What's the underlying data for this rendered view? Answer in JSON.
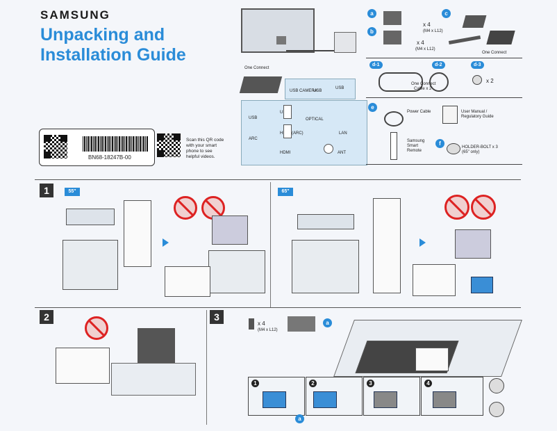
{
  "header": {
    "brand": "SAMSUNG",
    "title_line1": "Unpacking and",
    "title_line2": "Installation Guide"
  },
  "barcode": {
    "number": "BN68-18247B-00"
  },
  "qr_note": {
    "line1": "Scan this QR code",
    "line2": "with your smart",
    "line3": "phone to see",
    "line4": "helpful videos."
  },
  "connect": {
    "one_connect_label": "One Connect"
  },
  "ports": {
    "usb_camera": "USB CAMERA",
    "usb": "USB",
    "usb_right": "USB",
    "usb_port": "USB",
    "usb_label": "USB",
    "optical": "OPTICAL",
    "hdmi_arc": "HDMI (ARC)",
    "arc": "ARC",
    "lan": "LAN",
    "hdmi": "HDMI",
    "ant": "ANT"
  },
  "parts": {
    "a_label": "a",
    "b_label": "b",
    "c_label": "c",
    "a_qty": "x 4",
    "a_size": "(M4 x L12)",
    "b_qty": "x 4",
    "b_size": "(M4 x L12)",
    "one_connect": "One Connect",
    "d1": "d-1",
    "d2": "d-2",
    "d3": "d-3",
    "one_connect_cable": "One Connect",
    "one_connect_cable2": "Cable x 2",
    "d3_qty": "x 2",
    "e_label": "e",
    "power_cable": "Power Cable",
    "user_manual1": "User Manual /",
    "user_manual2": "Regulatory Guide",
    "remote1": "Samsung",
    "remote2": "Smart",
    "remote3": "Remote",
    "f_label": "f",
    "holder1": "HOLDER-BOLT x 3",
    "holder2": "(65\" only)"
  },
  "steps": {
    "s1": "1",
    "s2": "2",
    "s3": "3",
    "size55": "55\"",
    "size65": "65\"",
    "s3_qty": "x 4",
    "s3_size": "(M4 x L12)",
    "s3_a": "a",
    "sub1": "1",
    "sub2": "2",
    "sub3": "3",
    "sub4": "4",
    "bottom_a": "a"
  }
}
